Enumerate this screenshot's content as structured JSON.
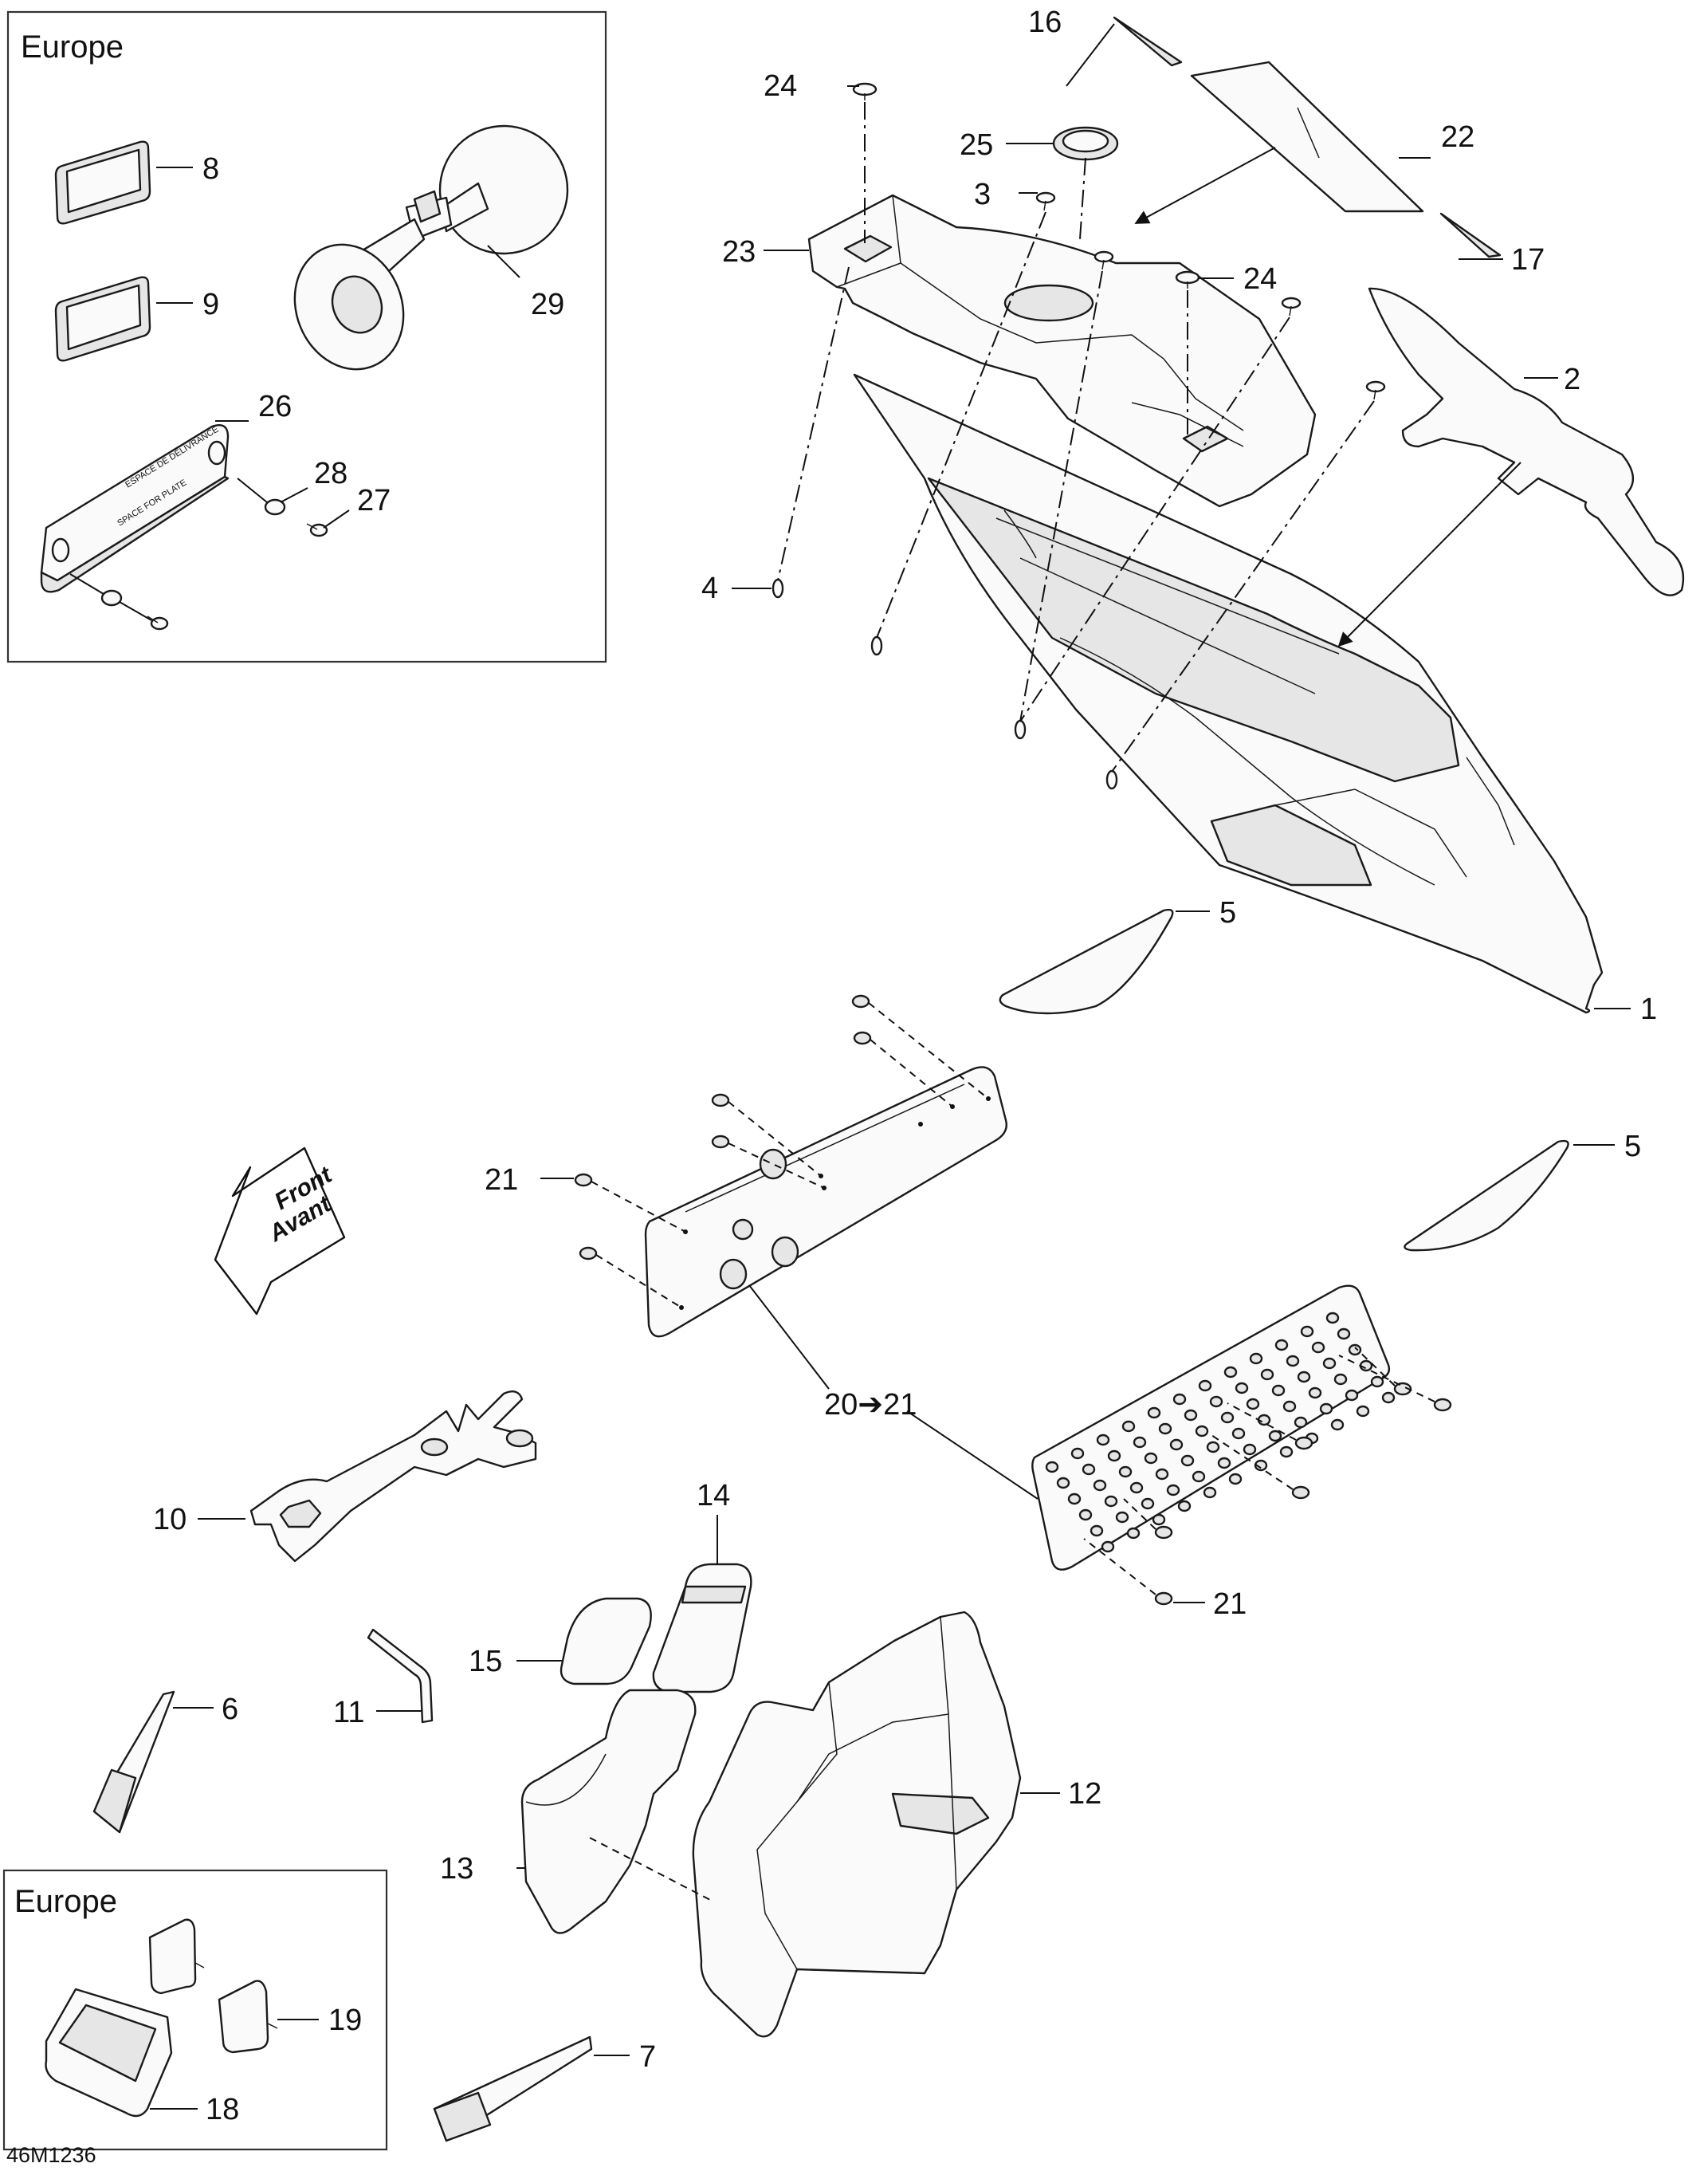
{
  "diagram": {
    "boxes": [
      {
        "title": "Europe"
      },
      {
        "title": "Europe"
      }
    ],
    "front_arrow": {
      "line1": "Front",
      "line2": "Avant"
    },
    "drawing_code": "46M1236",
    "callouts": {
      "c1": "1",
      "c2": "2",
      "c3": "3",
      "c4": "4",
      "c5a": "5",
      "c5b": "5",
      "c6": "6",
      "c7": "7",
      "c8": "8",
      "c9": "9",
      "c10": "10",
      "c11": "11",
      "c12": "12",
      "c13": "13",
      "c14": "14",
      "c15": "15",
      "c16": "16",
      "c17": "17",
      "c18": "18",
      "c19": "19",
      "c20": "20➔21",
      "c21a": "21",
      "c21b": "21",
      "c22": "22",
      "c23": "23",
      "c24a": "24",
      "c24b": "24",
      "c25": "25",
      "c26": "26",
      "c27": "27",
      "c28": "28",
      "c29": "29"
    }
  }
}
